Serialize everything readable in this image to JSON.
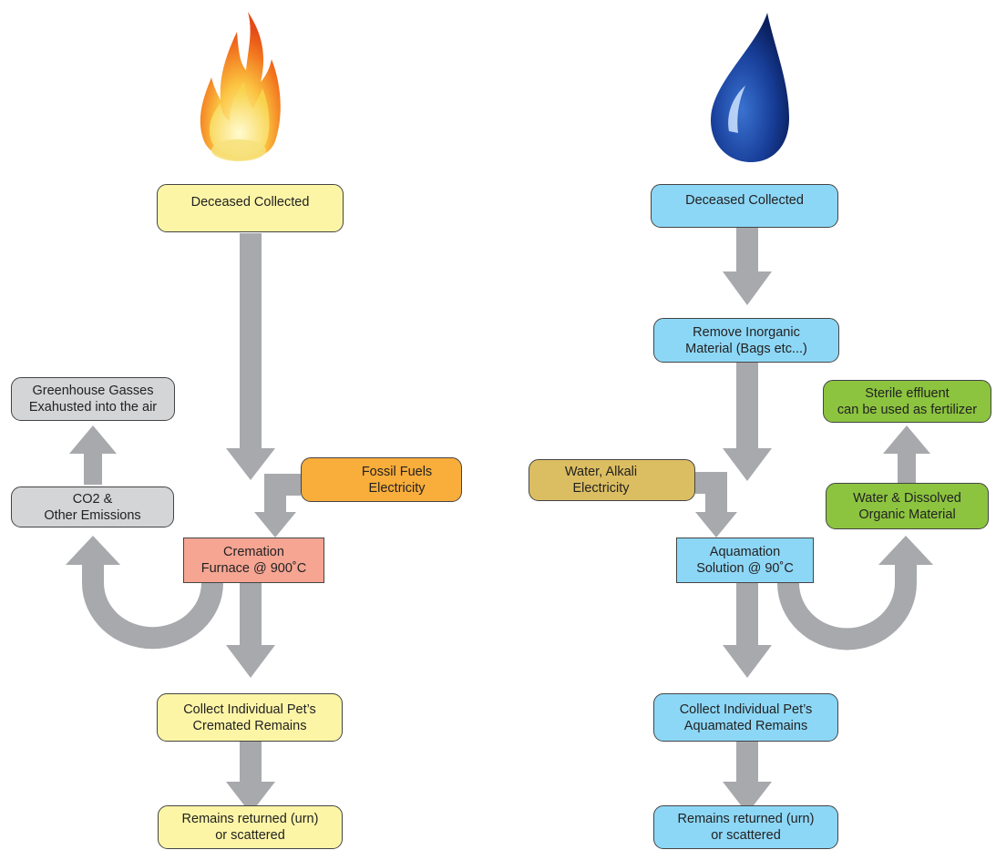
{
  "cremation": {
    "deceased": "Deceased Collected",
    "fuel": "Fossil Fuels\nElectricity",
    "furnace": "Cremation\nFurnace @ 900˚C",
    "emissions": "CO2 &\nOther Emissions",
    "greenhouse": "Greenhouse Gasses\nExahusted into the air",
    "collect": "Collect Individual Pet’s\nCremated Remains",
    "returned": "Remains returned (urn)\nor scattered"
  },
  "aquamation": {
    "deceased": "Deceased Collected",
    "remove": "Remove Inorganic\nMaterial (Bags etc...)",
    "inputs": "Water, Alkali\nElectricity",
    "solution": "Aquamation\nSolution @ 90˚C",
    "dissolved": "Water & Dissolved\nOrganic Material",
    "effluent": "Sterile effluent\ncan be used as fertilizer",
    "collect": "Collect Individual Pet’s\nAquamated Remains",
    "returned": "Remains returned (urn)\nor scattered"
  },
  "colors": {
    "cremation_box": "#fdf5a6",
    "aquamation_box": "#8dd7f6",
    "emission_box": "#d4d5d7",
    "fuel_box": "#f9ad3a",
    "input_box": "#dcbe62",
    "effluent_box": "#8cc43f",
    "furnace_box": "#f6a593",
    "arrow": "#a7a9ac"
  },
  "icons": {
    "cremation": "flame-icon",
    "aquamation": "water-drop-icon"
  }
}
